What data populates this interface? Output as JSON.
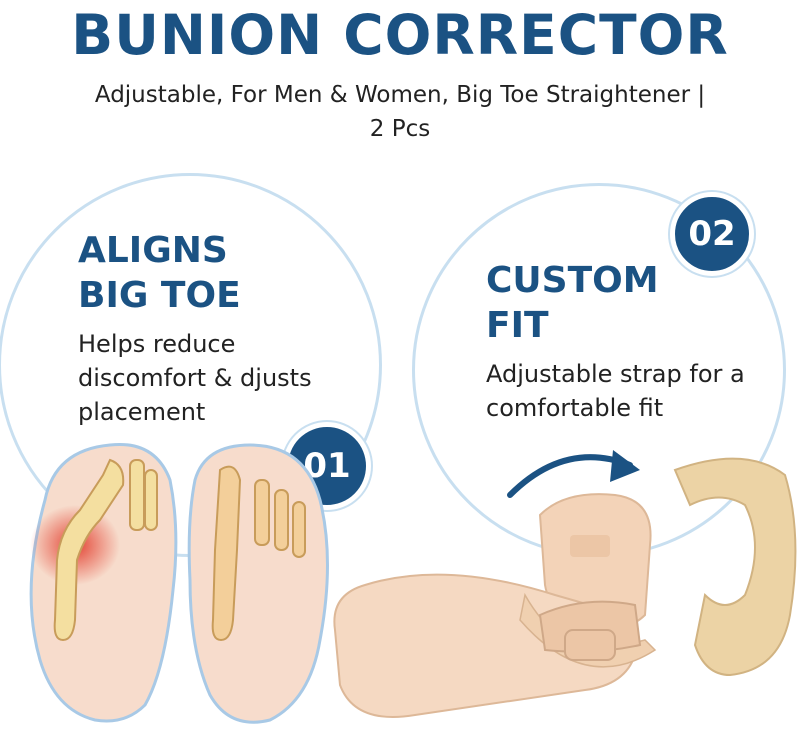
{
  "header": {
    "title": "BUNION CORRECTOR",
    "subtitle": "Adjustable, For Men & Women, Big Toe Straightener | 2 Pcs"
  },
  "features": [
    {
      "number": "01",
      "heading_line1": "ALIGNS",
      "heading_line2": "BIG TOE",
      "body": "Helps reduce discomfort & djusts placement"
    },
    {
      "number": "02",
      "heading_line1": "CUSTOM",
      "heading_line2": "FIT",
      "body": "Adjustable strap for a comfortable fit"
    }
  ],
  "colors": {
    "brand": "#1b5283",
    "circle_border": "#c8dff0",
    "product_beige": "#f3d3b8",
    "strap": "#ecd3a5"
  },
  "icons": [
    "curved-arrow-icon"
  ]
}
